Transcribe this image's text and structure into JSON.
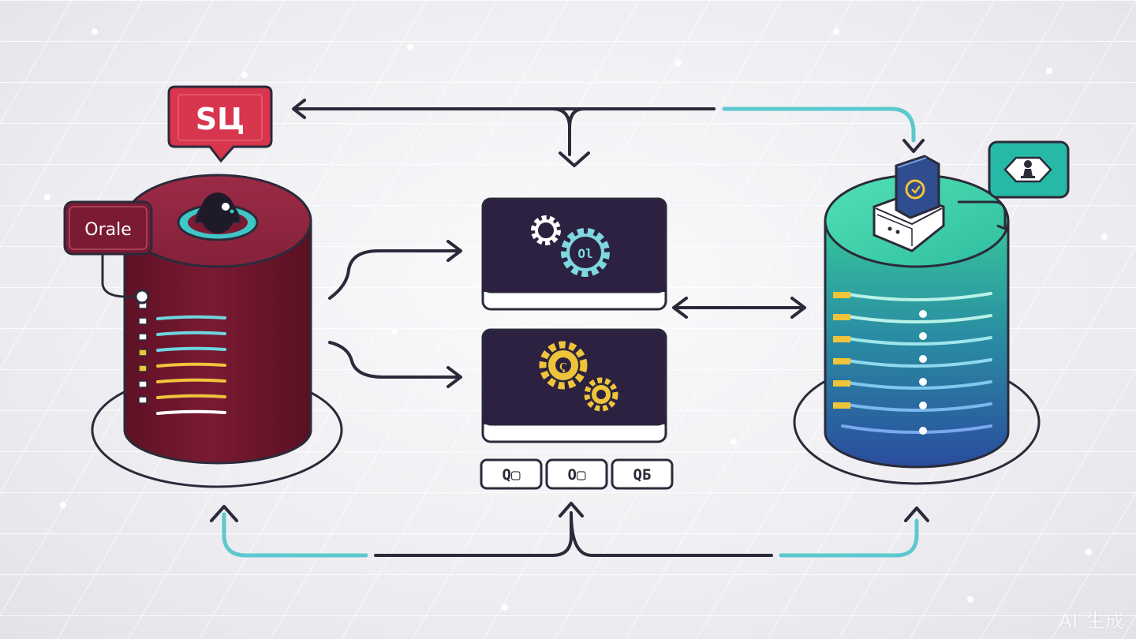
{
  "left_db": {
    "sql_bubble": "SЦ",
    "oracle_label": "Orale"
  },
  "engines": {
    "top_gear_label": "Ol",
    "bottom_gear_label": "Ҁ"
  },
  "chips": [
    "Q▢",
    "O▢",
    "QБ"
  ],
  "watermark": "AI 生成",
  "colors": {
    "left_db": "#7a1a33",
    "right_db_top": "#3fd6a8",
    "right_db_bottom": "#2a4c9e",
    "panel": "#2c2140",
    "arrow_teal": "#5cc8cf",
    "arrow_dark": "#2b2a3a",
    "sql_red": "#d8354e",
    "gear_yellow": "#f0c43a"
  },
  "icons": [
    "sql-bubble",
    "oracle-label",
    "eye-icon",
    "gear-icon",
    "server-icon",
    "user-badge-icon"
  ]
}
